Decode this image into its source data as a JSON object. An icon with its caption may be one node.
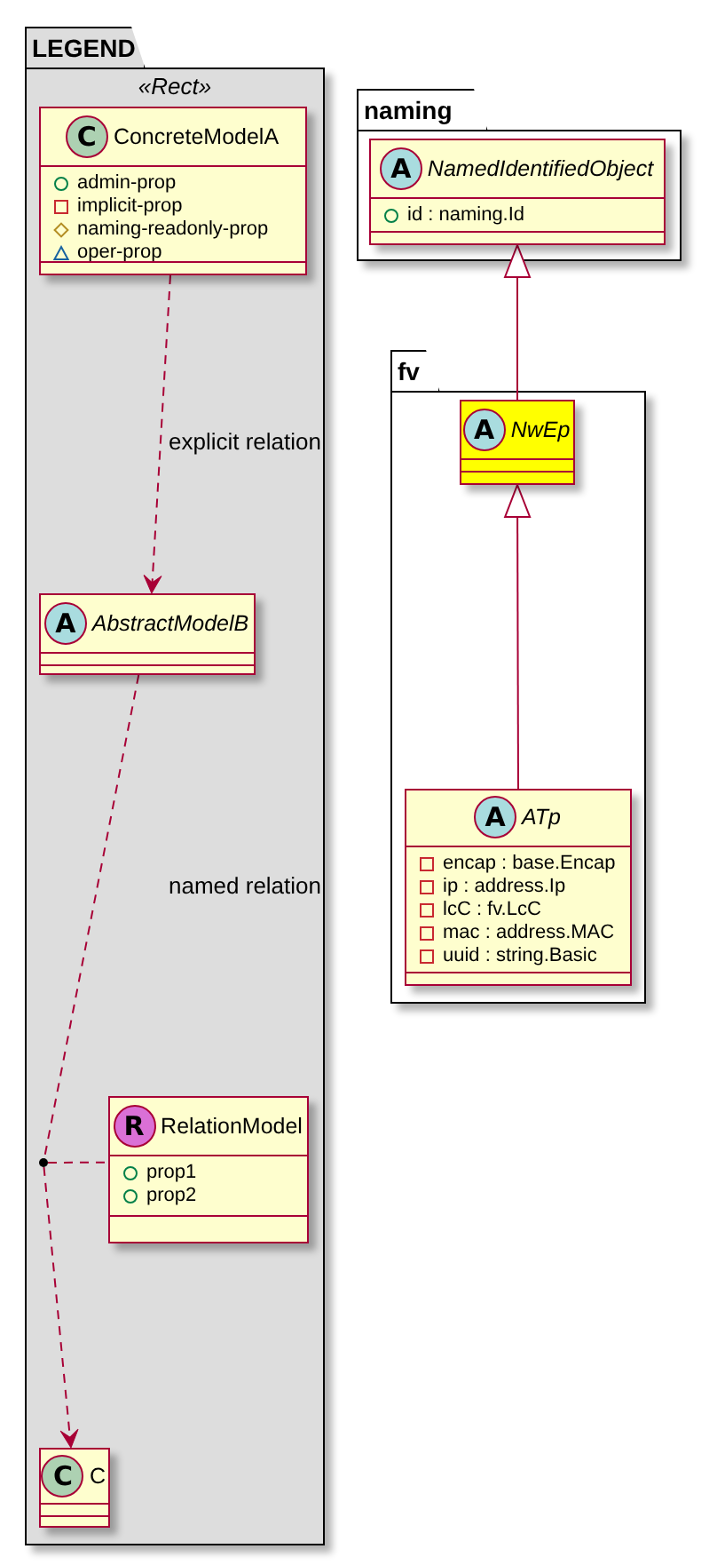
{
  "diagram": {
    "nodes": [
      {
        "text": [
          "LEGEND",
          "«Rect»"
        ]
      },
      {
        "text": [
          "C",
          "ConcreteModelA",
          "admin-prop",
          "implicit-prop",
          "naming-readonly-prop",
          "oper-prop"
        ],
        "in": 0
      },
      {
        "text": [
          "A",
          "AbstractModelB"
        ],
        "in": 0
      },
      {
        "text": [],
        "shape": "circle",
        "in": 0
      },
      {
        "text": [
          "R",
          "RelationModel",
          "prop1",
          "prop2"
        ],
        "in": 0
      },
      {
        "text": [
          "C",
          "C"
        ],
        "in": 0
      },
      {
        "text": [
          "naming"
        ]
      },
      {
        "text": [
          "A",
          "NamedIdentifiedObject",
          "id : naming.Id"
        ],
        "in": 6
      },
      {
        "text": [
          "fv"
        ]
      },
      {
        "text": [
          "A",
          "NwEp"
        ],
        "in": 8
      },
      {
        "text": [
          "A",
          "ATp",
          "encap : base.Encap",
          "ip : address.Ip",
          "lcC : fv.LcC",
          "mac : address.MAC",
          "uuid : string.Basic"
        ],
        "in": 8
      }
    ],
    "edges": [
      {
        "from": 1,
        "to": 2,
        "arrow": "to",
        "label": "explicit relation",
        "style": "dashed"
      },
      {
        "from": 2,
        "to": 3,
        "arrow": "none",
        "label": "named relation",
        "style": "dashed"
      },
      {
        "from": 3,
        "to": 5,
        "arrow": "to",
        "style": "dashed"
      },
      {
        "from": 3,
        "to": 4,
        "arrow": "none",
        "style": "dashed"
      },
      {
        "from": 9,
        "to": 7,
        "arrow": "to"
      },
      {
        "from": 10,
        "to": 9,
        "arrow": "to"
      }
    ]
  }
}
